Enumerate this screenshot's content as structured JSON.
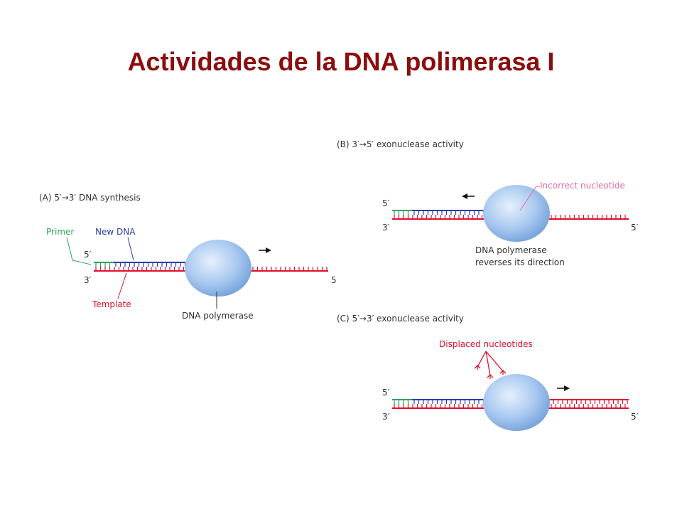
{
  "title": "Actividades de la DNA polimerasa I",
  "colors": {
    "title": "#8b0d0d",
    "template": "#e0102d",
    "new_dna": "#2b3fa8",
    "primer": "#2aa55a",
    "incorrect": "#e46aa6",
    "displaced": "#e0102d",
    "label": "#333333",
    "enzyme": "#9ec3ee"
  },
  "panels": {
    "a": {
      "heading": "(A) 5′→3′ DNA synthesis",
      "primer_label": "Primer",
      "new_dna_label": "New DNA",
      "template_label": "Template",
      "enzyme_label": "DNA polymerase",
      "end_top_left": "5′",
      "end_bottom_left": "3′",
      "end_bottom_right": "5"
    },
    "b": {
      "heading": "(B) 3′→5′ exonuclease activity",
      "incorrect_label": "Incorrect nucleotide",
      "enzyme_label_line1": "DNA polymerase",
      "enzyme_label_line2": "reverses its direction",
      "end_top_left": "5′",
      "end_bottom_left": "3′",
      "end_bottom_right": "5′"
    },
    "c": {
      "heading": "(C) 5′→3′ exonuclease activity",
      "displaced_label": "Displaced nucleotides",
      "end_top_left": "5′",
      "end_bottom_left": "3′",
      "end_bottom_right": "5′"
    }
  }
}
